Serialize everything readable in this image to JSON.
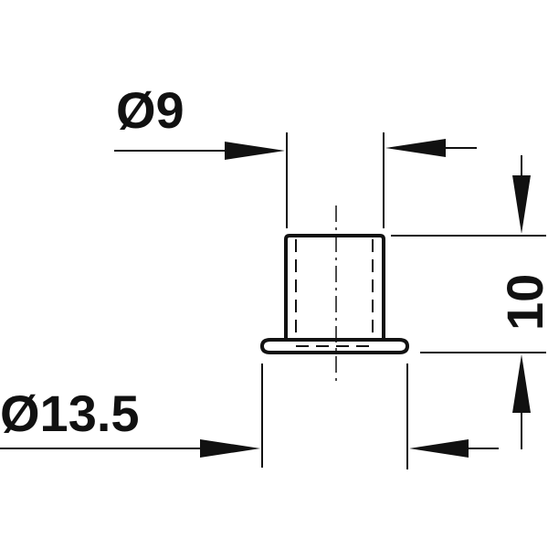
{
  "dimensions": {
    "inner_diameter": "Ø9",
    "flange_diameter": "Ø13.5",
    "height": "10"
  },
  "colors": {
    "line": "#111111",
    "background": "#ffffff"
  }
}
